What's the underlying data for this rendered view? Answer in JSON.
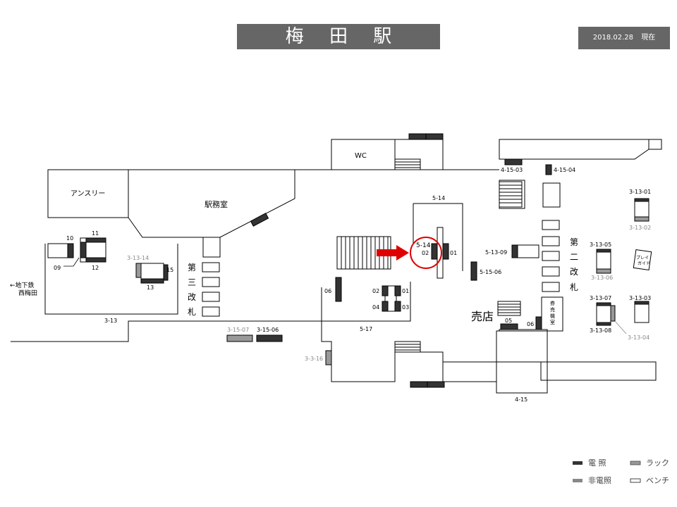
{
  "header": {
    "station_name": "梅 田 駅",
    "date": "2018.02.28",
    "date_suffix": "現在"
  },
  "rooms": {
    "wc": "WC",
    "ansuri": "アンスリー",
    "ekimushitsu": "駅務室",
    "baiten": "売店",
    "kenbaiki": [
      "券",
      "売",
      "機",
      "室"
    ],
    "playguide": [
      "プレイ",
      "ガイド"
    ]
  },
  "gates": {
    "third": [
      "第",
      "三",
      "改",
      "札"
    ],
    "second": [
      "第",
      "二",
      "改",
      "札"
    ]
  },
  "exit_label": {
    "line1": "←地下鉄",
    "line2": "西梅田"
  },
  "ad_labels": {
    "l_4_15_03": "4-15-03",
    "l_4_15_04": "4-15-04",
    "l_3_13_01": "3-13-01",
    "l_3_13_02": "3-13-02",
    "l_5_14": "5-14",
    "l_5_14_sel": "5-14",
    "l_5_14_02": "02",
    "l_5_14_01": "01",
    "l_5_13_09": "5-13-09",
    "l_5_15_06": "5-15-06",
    "l_3_13_05": "3-13-05",
    "l_3_13_06": "3-13-06",
    "l_3_13_07": "3-13-07",
    "l_3_13_03": "3-13-03",
    "l_3_13_08": "3-13-08",
    "l_3_13_04": "3-13-04",
    "l_10": "10",
    "l_11": "11",
    "l_09": "09",
    "l_12": "12",
    "l_3_13_14": "3-13-14",
    "l_15": "15",
    "l_13": "13",
    "l_3_13": "3-13",
    "l_5_17_06": "06",
    "l_5_17_02": "02",
    "l_5_17_01": "01",
    "l_5_17_04": "04",
    "l_5_17_03": "03",
    "l_5_17": "5-17",
    "l_4_15_05": "05",
    "l_4_15_06": "06",
    "l_4_15": "4-15",
    "l_3_15_07": "3-15-07",
    "l_3_15_06": "3-15-06",
    "l_3_3_16": "3-3-16"
  },
  "legend": {
    "lit": "電 照",
    "unlit": "非電照",
    "rack": "ラック",
    "bench": "ベンチ"
  },
  "colors": {
    "lit": "#333333",
    "unlit": "#888888",
    "rack": "#999999",
    "bench": "#666666",
    "highlight": "#e00000",
    "line": "#000000"
  }
}
